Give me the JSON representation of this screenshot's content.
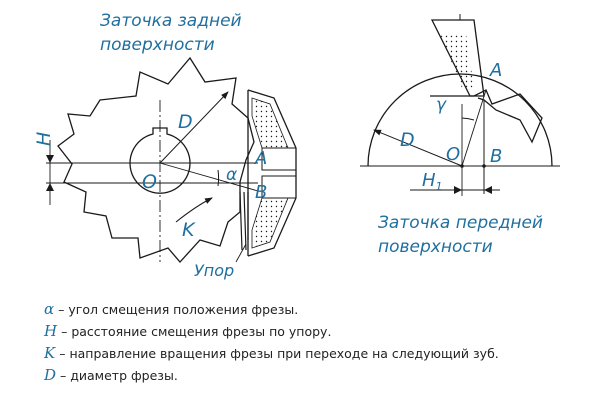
{
  "captions": {
    "back_line1": "Заточка задней",
    "back_line2": "поверхности",
    "front_line1": "Заточка передней",
    "front_line2": "поверхности"
  },
  "labels": {
    "H": "H",
    "D_left": "D",
    "O_left": "O",
    "alpha": "α",
    "K": "K",
    "A_left": "A",
    "B_left": "B",
    "upor": "Упор",
    "gamma": "γ",
    "A_right": "A",
    "D_right": "D",
    "O_right": "O",
    "B_right": "B",
    "H1": "H",
    "H1_sub": "1"
  },
  "legend": [
    {
      "symbol": "α",
      "text": "– угол смещения положения фрезы."
    },
    {
      "symbol": "H",
      "text": "– расстояние смещения фрезы по упору."
    },
    {
      "symbol": "K",
      "text": "– направление вращения фрезы при переходе на следующий зуб."
    },
    {
      "symbol": "D",
      "text": "– диаметр фрезы."
    }
  ],
  "colors": {
    "accent": "#1f6f9f",
    "line": "#1a1a1a"
  }
}
